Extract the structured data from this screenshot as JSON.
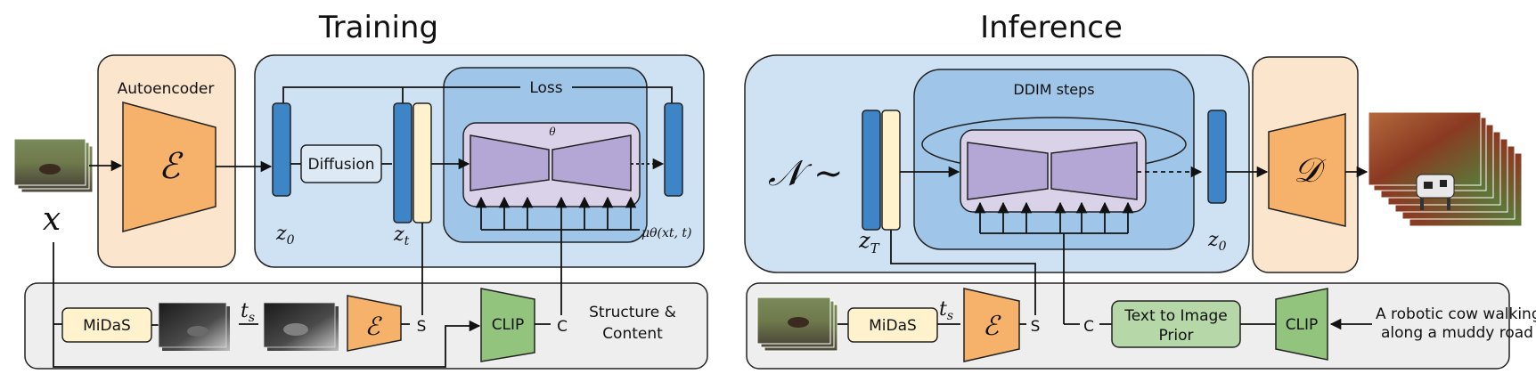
{
  "training": {
    "title": "Training",
    "autoencoder_label": "Autoencoder",
    "encoder_symbol": "ℰ",
    "input_symbol": "x",
    "diffusion_label": "Diffusion",
    "loss_label": "Loss",
    "theta_label": "θ",
    "z0_label": "z",
    "z0_sub": "0",
    "zt_label": "z",
    "zt_sub": "t",
    "mu_label": "μθ(xt, t)",
    "midas_label": "MiDaS",
    "ts_label": "t",
    "ts_sub": "s",
    "s_label": "S",
    "clip_label": "CLIP",
    "c_label": "C",
    "structure_label": "Structure &",
    "content_label": "Content"
  },
  "inference": {
    "title": "Inference",
    "noise_label": "𝒩 ∼",
    "ddim_label": "DDIM steps",
    "zT_label": "z",
    "zT_sub": "T",
    "z0_label": "z",
    "z0_sub": "0",
    "decoder_symbol": "𝒟",
    "midas_label": "MiDaS",
    "ts_label": "t",
    "ts_sub": "s",
    "encoder_symbol": "ℰ",
    "s_label": "S",
    "c_label": "C",
    "prior_line1": "Text to Image",
    "prior_line2": "Prior",
    "clip_label": "CLIP",
    "prompt_line1": "A robotic cow walking",
    "prompt_line2": "along a muddy road"
  },
  "colors": {
    "peach_panel": "#fbe5cd",
    "blue_panel": "#cfe2f3",
    "blue_inner": "#9fc5e8",
    "unet_bg": "#d9d2e9",
    "unet_block": "#b4a7d6",
    "latent_blue": "#3d85c6",
    "latent_cream": "#fff2cc",
    "encoder_orange": "#f6b26b",
    "clip_green": "#93c47d",
    "prior_green": "#b6d7a8",
    "bottom_gray": "#eeeeee"
  }
}
